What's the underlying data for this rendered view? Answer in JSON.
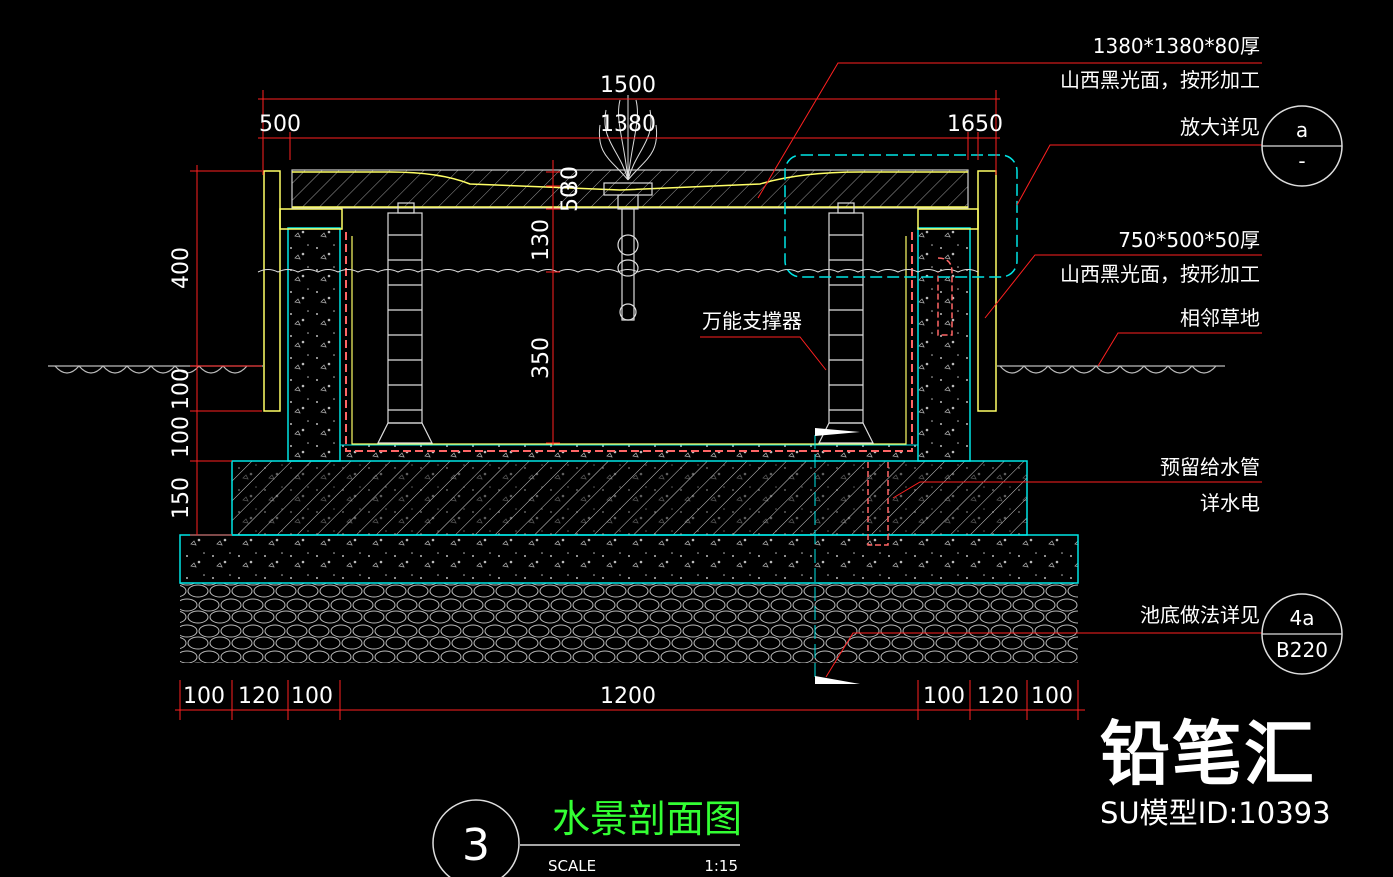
{
  "dimensions": {
    "top_overall": "1500",
    "top_left": "500",
    "top_inner": "1380",
    "top_right": "1650",
    "v_30": "30",
    "v_50": "50",
    "v_130": "130",
    "v_350": "350",
    "left_400": "400",
    "left_100a": "100",
    "left_100b": "100",
    "left_150": "150",
    "bottom": [
      "100",
      "120",
      "100",
      "1200",
      "100",
      "120",
      "100"
    ]
  },
  "notes": {
    "slab1_size": "1380*1380*80厚",
    "slab1_material": "山西黑光面，按形加工",
    "detail_ref": "放大详见",
    "detail_tag": "a",
    "detail_sub": "-",
    "slab2_size": "750*500*50厚",
    "slab2_material": "山西黑光面，按形加工",
    "grass": "相邻草地",
    "support": "万能支撑器",
    "pipe_1": "预留给水管",
    "pipe_2": "详水电",
    "pool_bottom": "池底做法详见",
    "ref_tag": "4a",
    "ref_sheet": "B220"
  },
  "title": {
    "number": "3",
    "name": "水景剖面图",
    "scale_label": "SCALE",
    "scale_value": "1:15"
  },
  "watermark": {
    "brand": "铅笔汇",
    "model_id": "SU模型ID:10393"
  },
  "colors": {
    "background": "#000000",
    "dimension": "#ff2020",
    "outline": "#00e5e5",
    "stone": "#ffff66",
    "title": "#33ff33"
  }
}
